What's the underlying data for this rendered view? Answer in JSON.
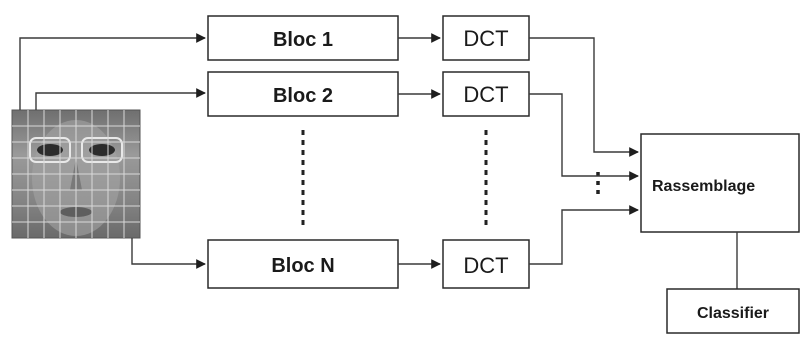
{
  "blocks": {
    "bloc_1": "Bloc 1",
    "bloc_2": "Bloc 2",
    "bloc_n": "Bloc N"
  },
  "transforms": {
    "dct_1": "DCT",
    "dct_2": "DCT",
    "dct_n": "DCT"
  },
  "merge": {
    "label": "Rassemblage"
  },
  "classifier": {
    "label": "Classifier"
  },
  "face_image": {
    "grid_cols": 8,
    "grid_rows": 8
  },
  "colors": {
    "box_stroke": "#2a2a2a",
    "arrow": "#1e1e1e",
    "face_bg": "#8a8a8a"
  }
}
